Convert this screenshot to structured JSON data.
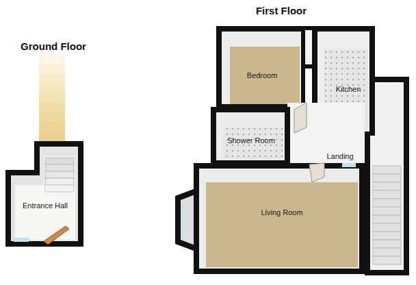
{
  "diagram": {
    "nodes": [
      {
        "text": [
          "Entrance Hall"
        ]
      },
      {
        "text": [
          "Bedroom"
        ]
      },
      {
        "text": [
          "Kitchen"
        ]
      },
      {
        "text": [
          "Shower Room"
        ]
      },
      {
        "text": [
          "Landing"
        ]
      },
      {
        "text": [
          "Living Room"
        ]
      }
    ],
    "labels": [
      "Ground Floor",
      "First Floor"
    ]
  }
}
